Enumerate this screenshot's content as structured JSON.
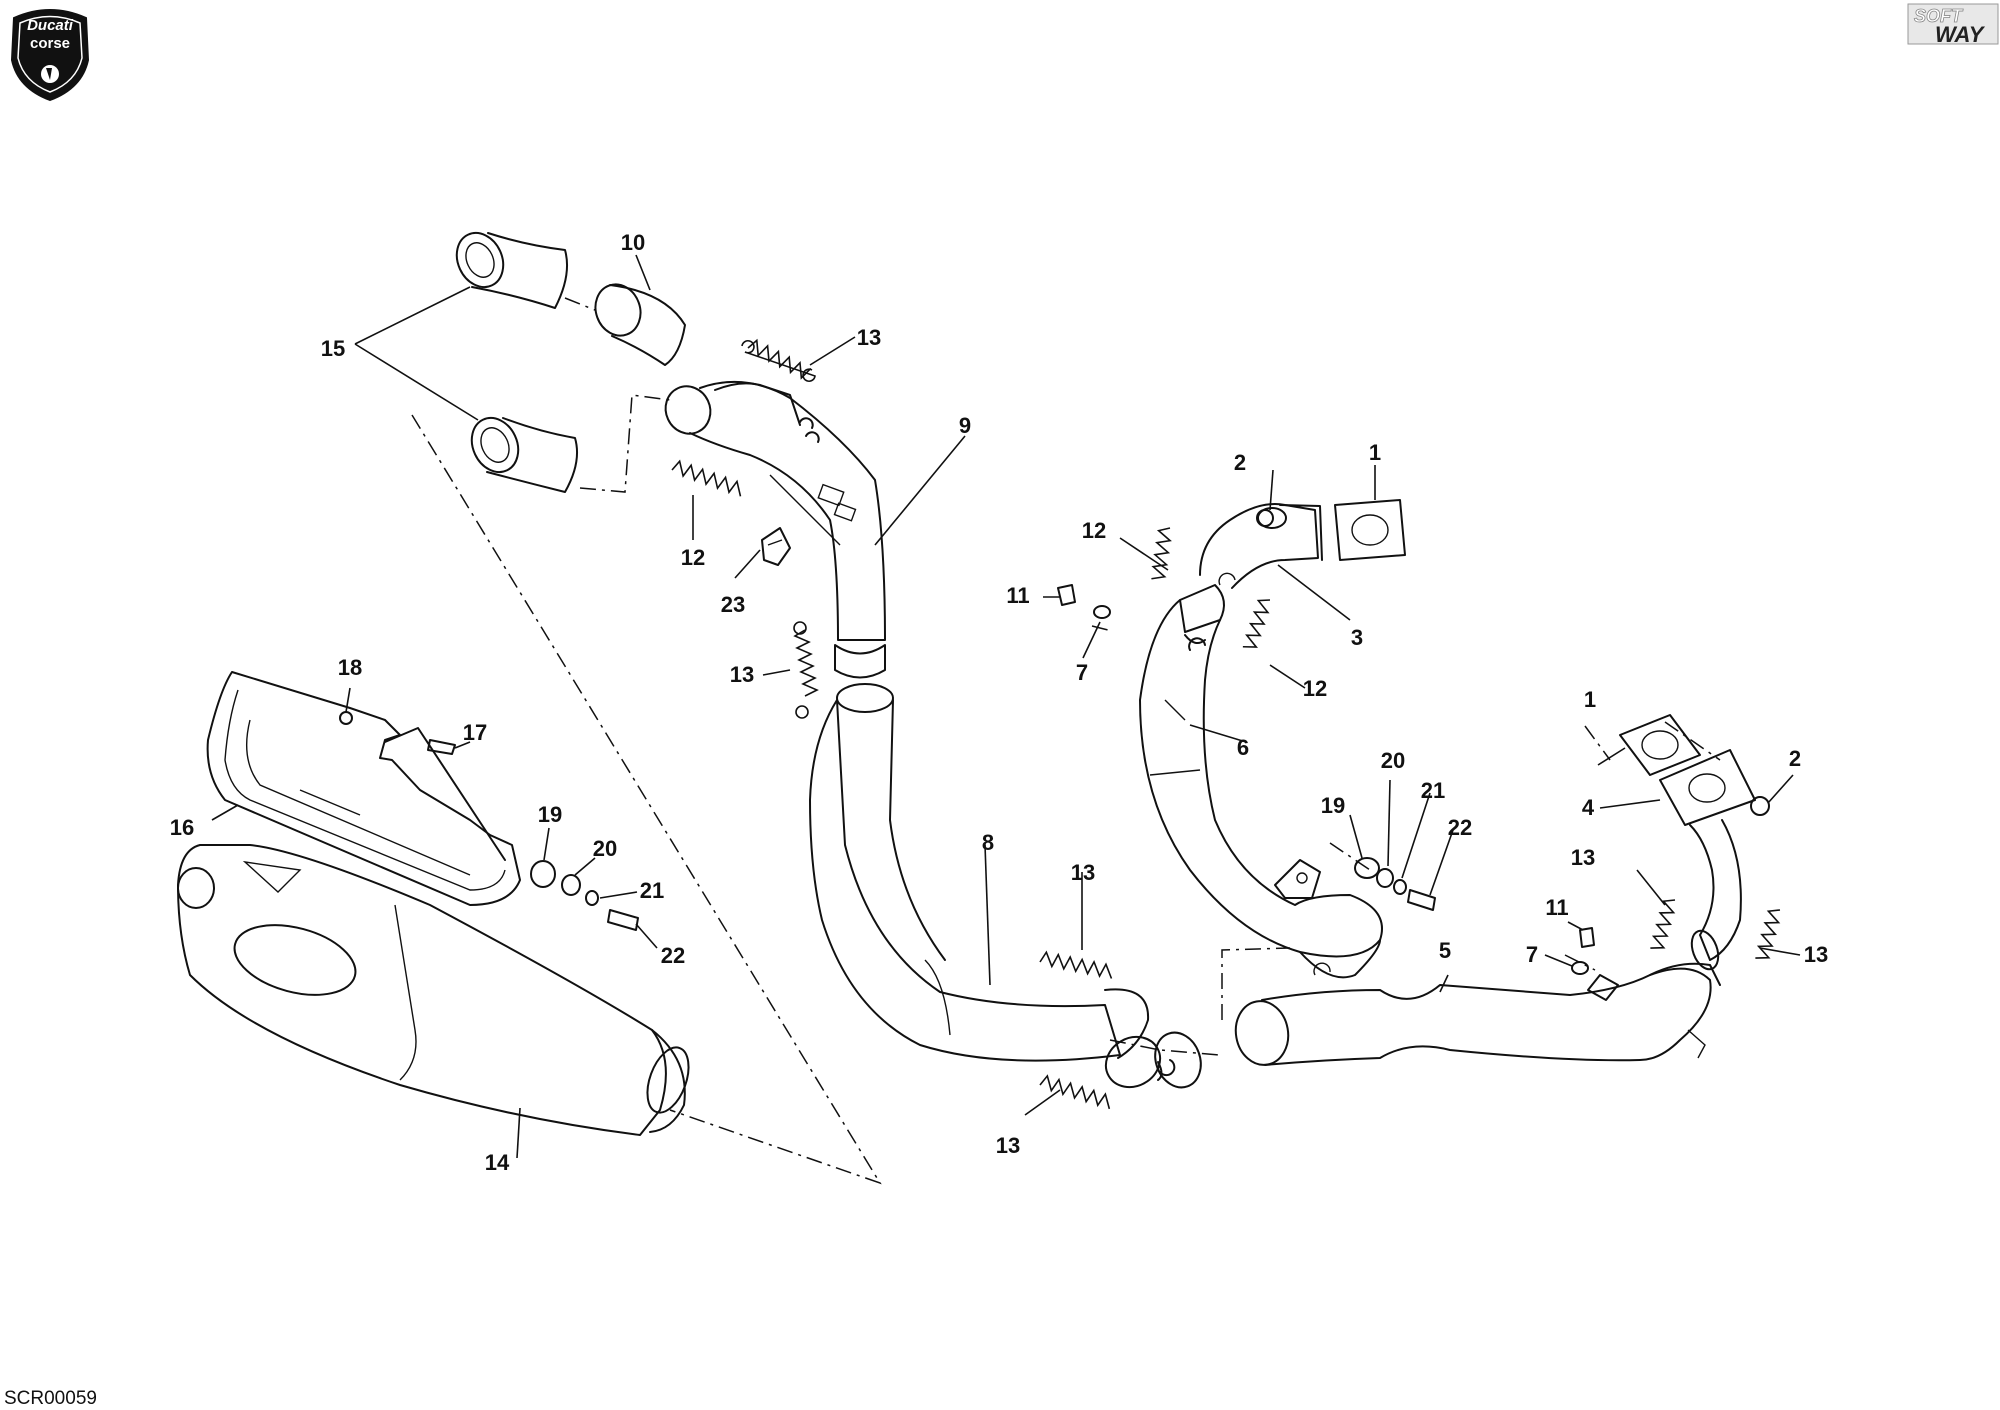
{
  "brand": {
    "logo_line1": "Ducati",
    "logo_line2": "corse",
    "corner_logo_line1": "SOFT",
    "corner_logo_line2": "WAY",
    "colors": {
      "ink": "#111111",
      "paper": "#ffffff",
      "logo_fill": "#111111"
    }
  },
  "drawing_code": "SCR00059",
  "part_callouts": [
    {
      "id": "c1a",
      "label": "1"
    },
    {
      "id": "c1b",
      "label": "1"
    },
    {
      "id": "c2a",
      "label": "2"
    },
    {
      "id": "c2b",
      "label": "2"
    },
    {
      "id": "c3",
      "label": "3"
    },
    {
      "id": "c4",
      "label": "4"
    },
    {
      "id": "c5",
      "label": "5"
    },
    {
      "id": "c6",
      "label": "6"
    },
    {
      "id": "c7a",
      "label": "7"
    },
    {
      "id": "c7b",
      "label": "7"
    },
    {
      "id": "c8",
      "label": "8"
    },
    {
      "id": "c9",
      "label": "9"
    },
    {
      "id": "c10",
      "label": "10"
    },
    {
      "id": "c11a",
      "label": "11"
    },
    {
      "id": "c11b",
      "label": "11"
    },
    {
      "id": "c12a",
      "label": "12"
    },
    {
      "id": "c12b",
      "label": "12"
    },
    {
      "id": "c12c",
      "label": "12"
    },
    {
      "id": "c13a",
      "label": "13"
    },
    {
      "id": "c13b",
      "label": "13"
    },
    {
      "id": "c13c",
      "label": "13"
    },
    {
      "id": "c13d",
      "label": "13"
    },
    {
      "id": "c13e",
      "label": "13"
    },
    {
      "id": "c13f",
      "label": "13"
    },
    {
      "id": "c14",
      "label": "14"
    },
    {
      "id": "c15",
      "label": "15"
    },
    {
      "id": "c16",
      "label": "16"
    },
    {
      "id": "c17",
      "label": "17"
    },
    {
      "id": "c18",
      "label": "18"
    },
    {
      "id": "c19a",
      "label": "19"
    },
    {
      "id": "c19b",
      "label": "19"
    },
    {
      "id": "c20a",
      "label": "20"
    },
    {
      "id": "c20b",
      "label": "20"
    },
    {
      "id": "c21a",
      "label": "21"
    },
    {
      "id": "c21b",
      "label": "21"
    },
    {
      "id": "c22a",
      "label": "22"
    },
    {
      "id": "c22b",
      "label": "22"
    },
    {
      "id": "c23",
      "label": "23"
    }
  ]
}
